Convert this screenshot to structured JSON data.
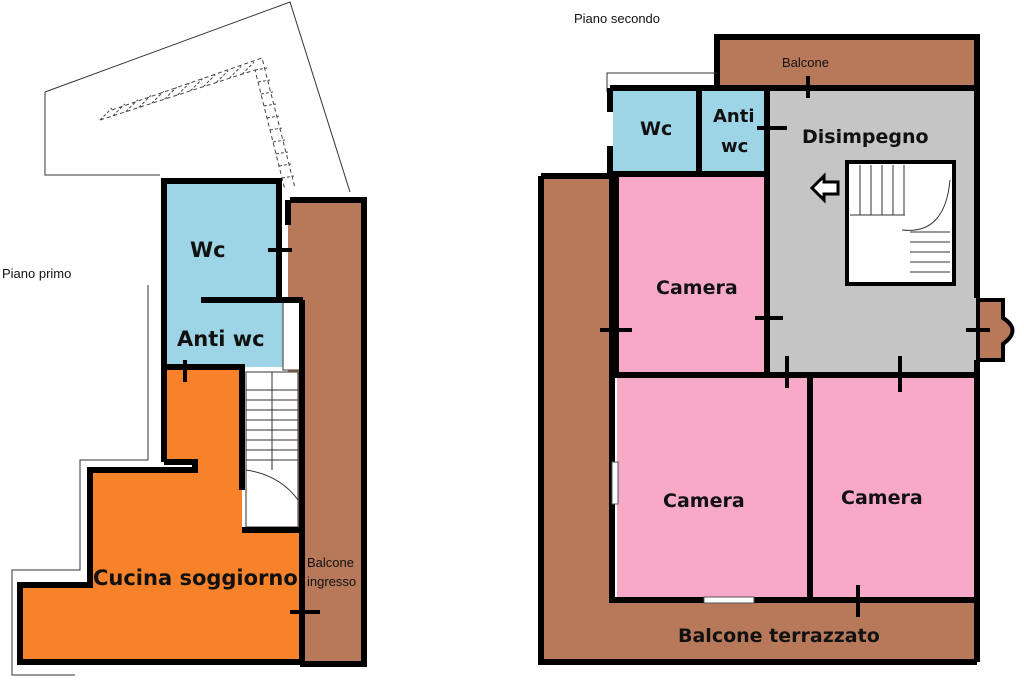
{
  "floor1": {
    "title": "Piano primo",
    "rooms": {
      "wc": "Wc",
      "anti_wc": "Anti wc",
      "cucina": "Cucina soggiorno",
      "balcone_line1": "Balcone",
      "balcone_line2": "ingresso"
    }
  },
  "floor2": {
    "title": "Piano secondo",
    "rooms": {
      "balcone": "Balcone",
      "wc": "Wc",
      "anti_line1": "Anti",
      "anti_line2": "wc",
      "disimpegno": "Disimpegno",
      "camera1": "Camera",
      "camera2": "Camera",
      "camera3": "Camera",
      "terrazzato": "Balcone terrazzato"
    }
  },
  "colors": {
    "bathroom": "#9dd5e6",
    "kitchen": "#f7822a",
    "balcony": "#b8785a",
    "bedroom": "#f8a9c8",
    "hall": "#c5c5c5"
  }
}
